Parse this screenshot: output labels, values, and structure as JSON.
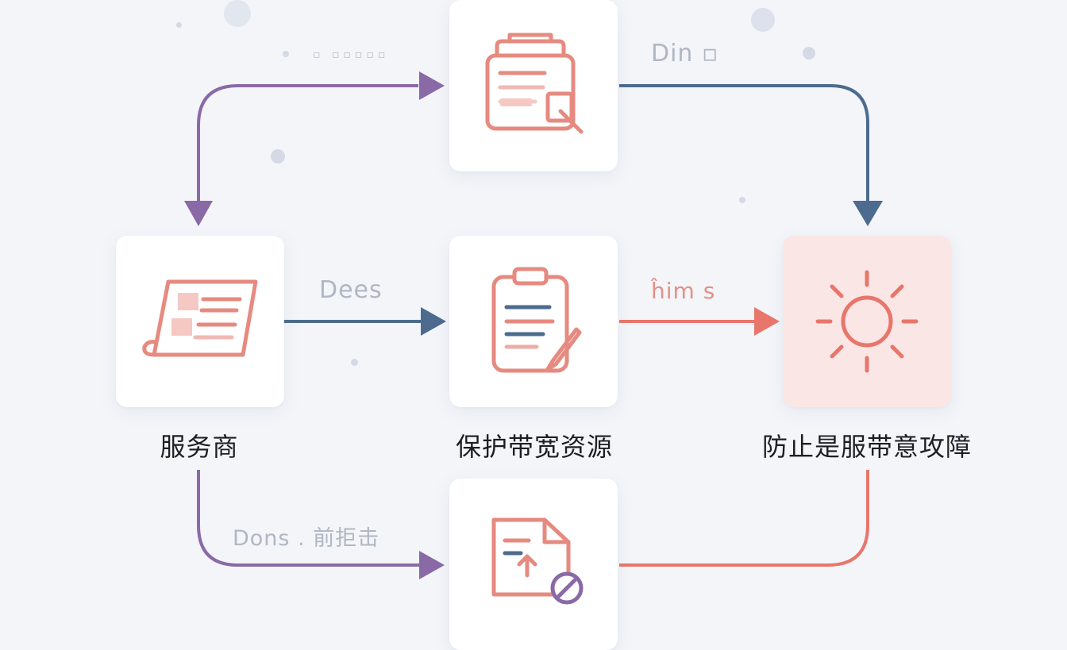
{
  "nodes": {
    "provider": {
      "label": "服务商"
    },
    "bandwidth": {
      "label": "保护带宽资源"
    },
    "prevent": {
      "label": "防止是服带意攻障"
    }
  },
  "edge_labels": {
    "top_right": "Din ▫",
    "middle_left": "Dees",
    "middle_right": "ĥim s",
    "bottom_left": "Dons . 前拒击",
    "top_dots": "▫ ▫▫▫▫▫"
  },
  "colors": {
    "purple": "#8a6aa6",
    "blue": "#4d6b8e",
    "coral": "#e8766b",
    "icon_stroke": "#e68a80",
    "alert_bg": "#fbe6e6"
  },
  "icons": {
    "top": "document-search-icon",
    "provider": "newspaper-icon",
    "bandwidth": "clipboard-pen-icon",
    "prevent": "sun-icon",
    "bottom": "file-upload-block-icon"
  }
}
